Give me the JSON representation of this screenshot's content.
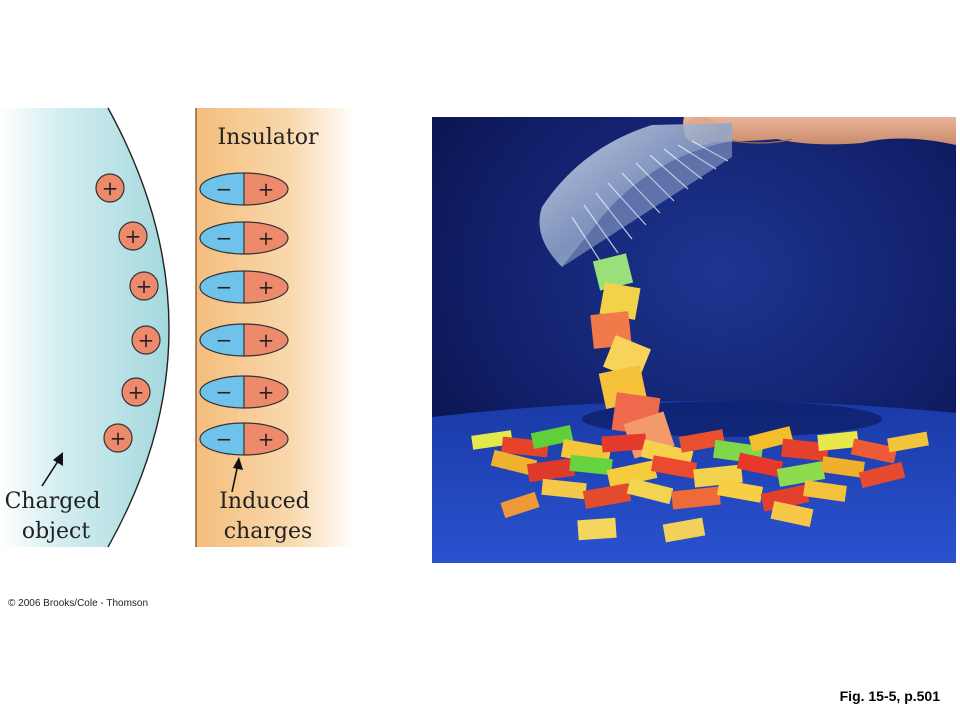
{
  "diagram": {
    "insulator_label": "Insulator",
    "charged_object_label": [
      "Charged",
      "object"
    ],
    "induced_charges_label": [
      "Induced",
      "charges"
    ],
    "positive_symbol": "+",
    "negative_symbol": "−",
    "positive_charge_count": 6,
    "dipole_count": 6
  },
  "photo": {
    "icons": [
      "comb-icon",
      "hand-icon",
      "paper-confetti-icon"
    ]
  },
  "colors": {
    "charged_object_fill": "#a9dbe0",
    "insulator_fill": "#f6c88c",
    "positive_charge": "#ee8a6c",
    "negative_charge": "#6fc2ea",
    "photo_background": "#0f1d63",
    "photo_table": "#1f3fb4"
  },
  "copyright": "© 2006 Brooks/Cole - Thomson",
  "caption": "Fig. 15-5, p.501"
}
